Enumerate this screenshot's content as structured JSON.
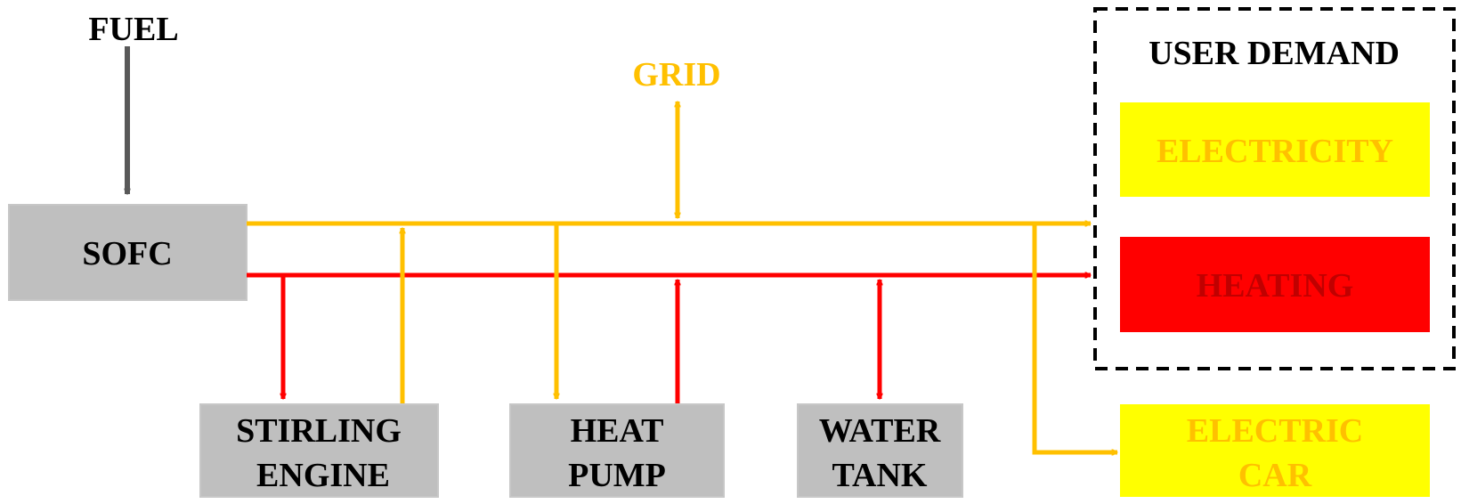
{
  "title": {
    "fuel": "FUEL",
    "grid": "GRID"
  },
  "components": {
    "sofc": {
      "label": "SOFC"
    },
    "stirling_engine": {
      "line1": "STIRLING",
      "line2": "ENGINE"
    },
    "heat_pump": {
      "line1": "HEAT",
      "line2": "PUMP"
    },
    "water_tank": {
      "line1": "WATER",
      "line2": "TANK"
    }
  },
  "user_demand": {
    "title": "USER DEMAND",
    "electricity": "ELECTRICITY",
    "heating": "HEATING"
  },
  "electric_car": {
    "line1": "ELECTRIC",
    "line2": "CAR"
  },
  "colors": {
    "fuel_flow": "#595959",
    "electric_flow": "#ffc000",
    "heat_flow": "#ff0000",
    "component_fill": "#bfbfbf",
    "electricity_fill": "#ffff00",
    "heating_fill": "#ff0000",
    "electricity_text": "#ffc000",
    "heating_text": "#c00000"
  }
}
